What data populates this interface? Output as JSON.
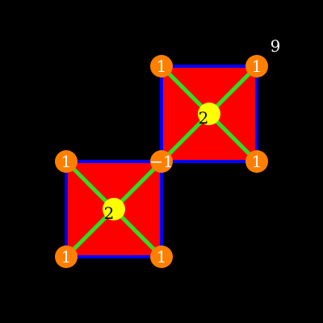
{
  "score": "9",
  "colors": {
    "background": "#000000",
    "square_fill": "#ff0000",
    "square_border": "#0000ff",
    "diagonal": "#33dd22",
    "corner_node": "#ff8000",
    "center_node": "#ffff00",
    "corner_text": "#ffffff",
    "center_text": "#000000"
  },
  "squares": [
    {
      "corners": [
        {
          "label": "1"
        },
        {
          "label": "1"
        },
        {
          "label": "1"
        },
        {
          "label": "−1"
        }
      ],
      "center": {
        "label": "2"
      }
    },
    {
      "corners": [
        {
          "label": "1"
        },
        {
          "label": "−1"
        },
        {
          "label": "1"
        },
        {
          "label": "1"
        }
      ],
      "center": {
        "label": "2"
      }
    }
  ]
}
